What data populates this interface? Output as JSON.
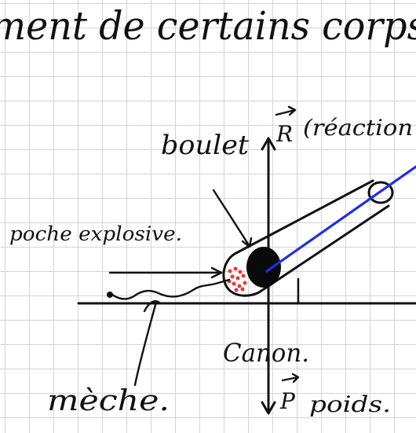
{
  "heading_fragment": "ment de certains corps",
  "labels": {
    "boulet": "boulet",
    "reaction": "(réaction",
    "vector_R": "R",
    "poche": "poche explosive.",
    "canon": "Canon.",
    "meche": "mèche.",
    "vector_P": "P",
    "poids": "poids."
  },
  "colors": {
    "ink": "#111111",
    "grid": "#d4d4d8",
    "cannon_axis": "#1f2ee8",
    "explosive_dots": "#e53935",
    "ball": "#0a0a0a"
  }
}
